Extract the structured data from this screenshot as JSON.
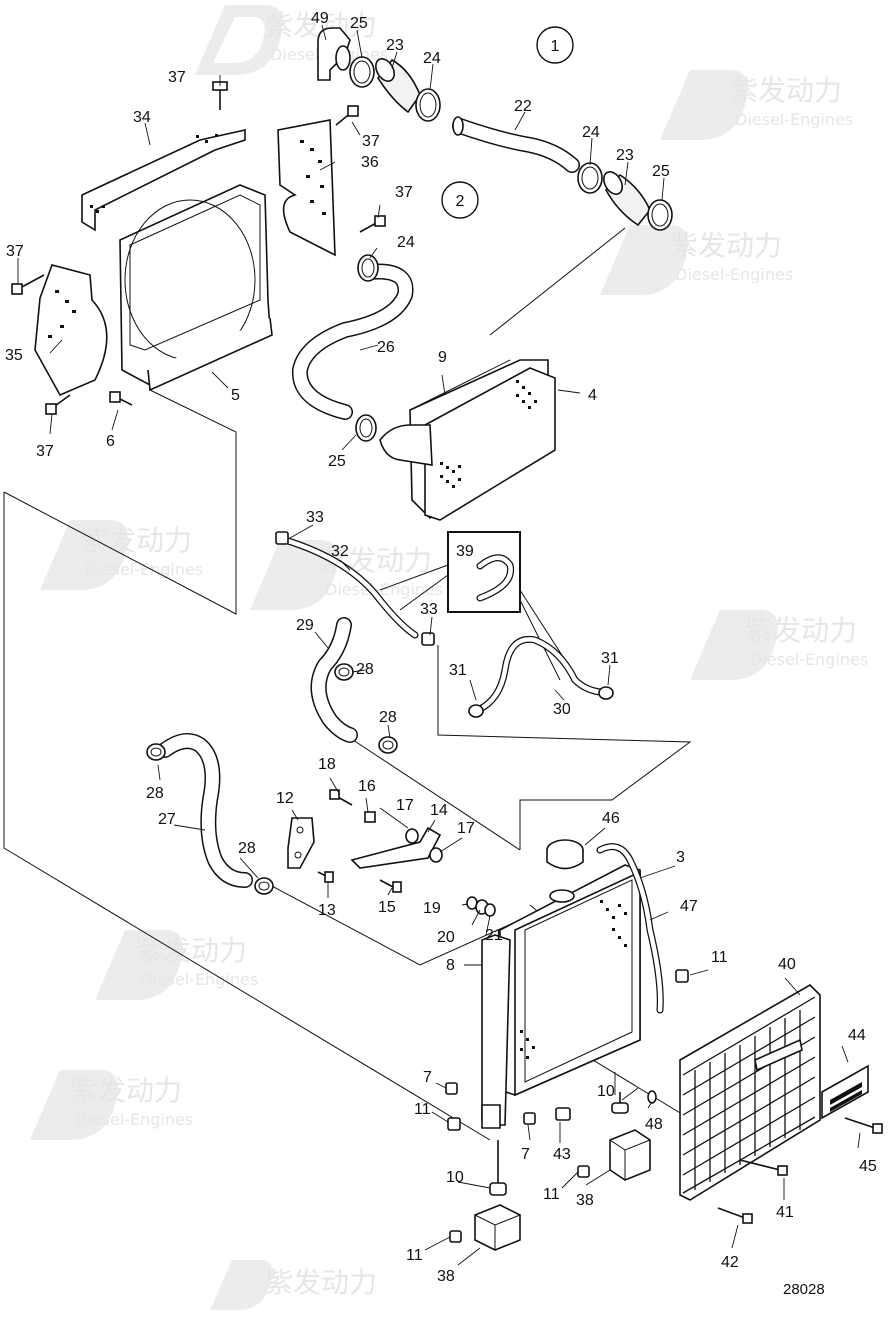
{
  "diagram": {
    "drawing_number": "28028",
    "watermark": {
      "brand": "紫发动力",
      "sub": "Diesel-Engines"
    },
    "callouts_circled": [
      {
        "id": "group-1",
        "text": "1"
      },
      {
        "id": "group-2",
        "text": "2"
      }
    ],
    "part_labels": [
      "49",
      "25",
      "23",
      "24",
      "22",
      "24",
      "23",
      "25",
      "37",
      "34",
      "37",
      "36",
      "37",
      "24",
      "37",
      "35",
      "26",
      "5",
      "9",
      "4",
      "37",
      "6",
      "25",
      "33",
      "32",
      "39",
      "33",
      "29",
      "28",
      "31",
      "31",
      "30",
      "28",
      "18",
      "16",
      "12",
      "17",
      "14",
      "17",
      "46",
      "3",
      "28",
      "27",
      "28",
      "13",
      "15",
      "19",
      "20",
      "21",
      "47",
      "8",
      "11",
      "40",
      "44",
      "7",
      "10",
      "48",
      "11",
      "7",
      "43",
      "45",
      "10",
      "11",
      "38",
      "41",
      "11",
      "38",
      "42"
    ]
  }
}
